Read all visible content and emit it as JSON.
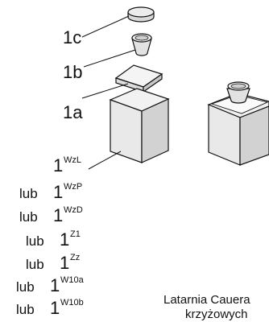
{
  "parts": {
    "label_1c": "1c",
    "label_1b": "1b",
    "label_1a": "1a"
  },
  "signatures": [
    {
      "prefix": "",
      "base": "1",
      "sup": "WzL"
    },
    {
      "prefix": "lub",
      "base": "1",
      "sup": "WzP"
    },
    {
      "prefix": "lub",
      "base": "1",
      "sup": "WzD"
    },
    {
      "prefix": "lub",
      "base": "1",
      "sup": "Z1"
    },
    {
      "prefix": "lub",
      "base": "1",
      "sup": "Zz"
    },
    {
      "prefix": "lub",
      "base": "1",
      "sup": "W10a"
    },
    {
      "prefix": "lub",
      "base": "1",
      "sup": "W10b"
    }
  ],
  "caption": {
    "line1": "Latarnia Cauera",
    "line2": "krzyżowych"
  }
}
